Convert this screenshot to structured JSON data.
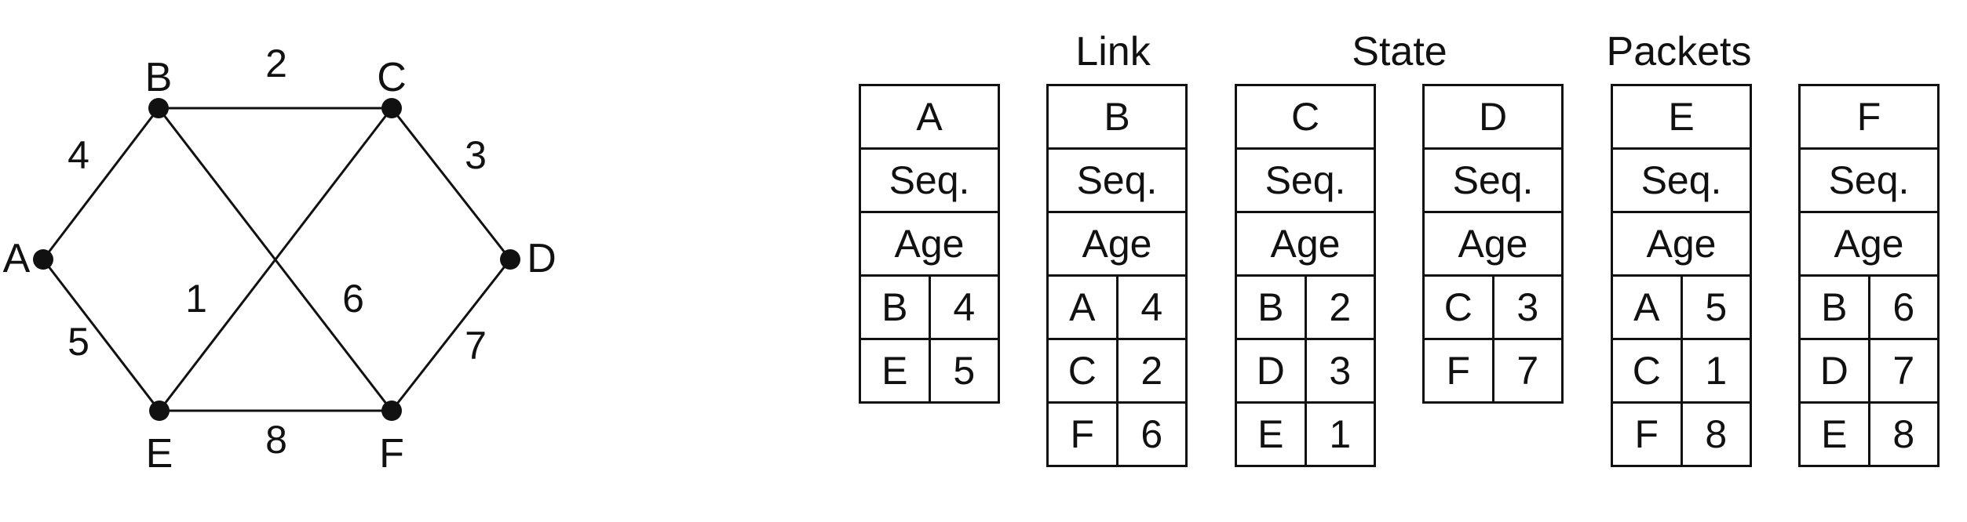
{
  "graph": {
    "nodes": [
      {
        "id": "A",
        "label": "A",
        "label_side": "left"
      },
      {
        "id": "B",
        "label": "B",
        "label_side": "top"
      },
      {
        "id": "C",
        "label": "C",
        "label_side": "top"
      },
      {
        "id": "D",
        "label": "D",
        "label_side": "right"
      },
      {
        "id": "E",
        "label": "E",
        "label_side": "bottom"
      },
      {
        "id": "F",
        "label": "F",
        "label_side": "bottom"
      }
    ],
    "edges": [
      {
        "from": "A",
        "to": "B",
        "weight": "4"
      },
      {
        "from": "B",
        "to": "C",
        "weight": "2"
      },
      {
        "from": "C",
        "to": "D",
        "weight": "3"
      },
      {
        "from": "A",
        "to": "E",
        "weight": "5"
      },
      {
        "from": "C",
        "to": "E",
        "weight": "1"
      },
      {
        "from": "B",
        "to": "F",
        "weight": "6"
      },
      {
        "from": "D",
        "to": "F",
        "weight": "7"
      },
      {
        "from": "E",
        "to": "F",
        "weight": "8"
      }
    ]
  },
  "headings": {
    "link": "Link",
    "state": "State",
    "packets": "Packets"
  },
  "packet_labels": {
    "seq": "Seq.",
    "age": "Age"
  },
  "packets": [
    {
      "router": "A",
      "entries": [
        [
          "B",
          "4"
        ],
        [
          "E",
          "5"
        ]
      ]
    },
    {
      "router": "B",
      "entries": [
        [
          "A",
          "4"
        ],
        [
          "C",
          "2"
        ],
        [
          "F",
          "6"
        ]
      ]
    },
    {
      "router": "C",
      "entries": [
        [
          "B",
          "2"
        ],
        [
          "D",
          "3"
        ],
        [
          "E",
          "1"
        ]
      ]
    },
    {
      "router": "D",
      "entries": [
        [
          "C",
          "3"
        ],
        [
          "F",
          "7"
        ]
      ]
    },
    {
      "router": "E",
      "entries": [
        [
          "A",
          "5"
        ],
        [
          "C",
          "1"
        ],
        [
          "F",
          "8"
        ]
      ]
    },
    {
      "router": "F",
      "entries": [
        [
          "B",
          "6"
        ],
        [
          "D",
          "7"
        ],
        [
          "E",
          "8"
        ]
      ]
    }
  ]
}
